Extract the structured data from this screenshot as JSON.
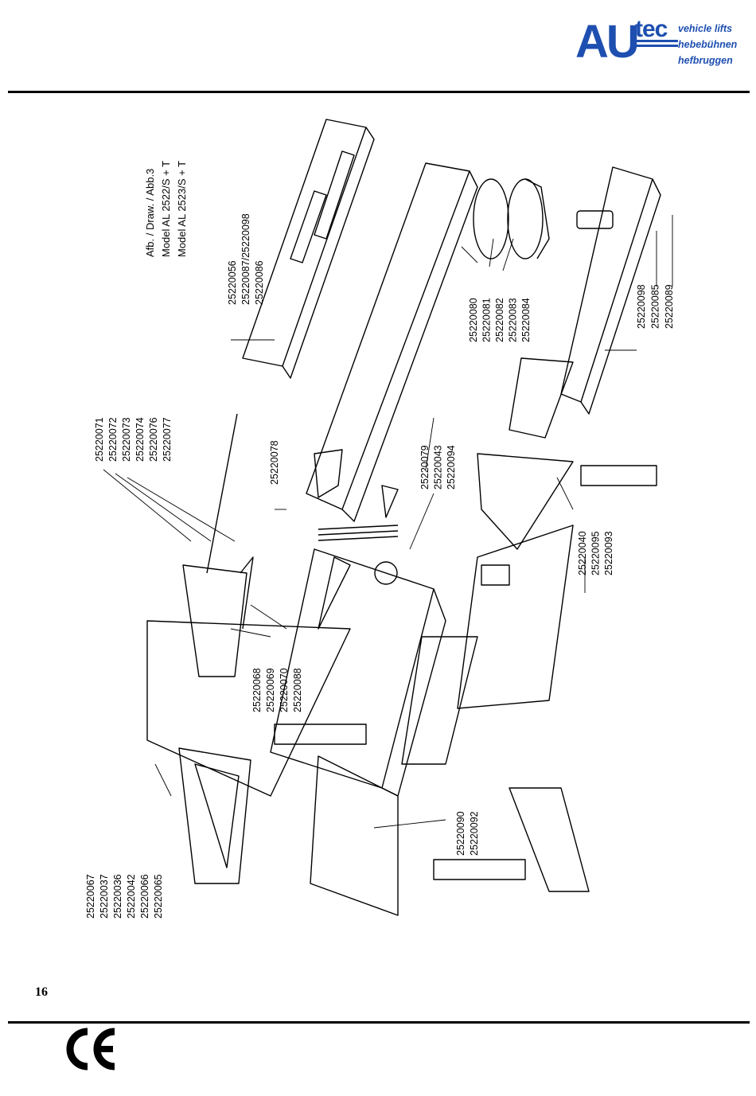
{
  "brand": {
    "logo_letters_main": "AU",
    "logo_letters_sup": "tec",
    "tagline_lines": [
      "vehicle lifts",
      "hebebühnen",
      "hefbruggen"
    ],
    "color": "#1e4fb0"
  },
  "diagram": {
    "title_lines": [
      "Afb. / Draw. / Abb.3",
      "Model AL 2522/S + T",
      "Model AL 2523/S + T"
    ],
    "groups": {
      "g_top_beam": [
        "25220056",
        "25220087/25220098",
        "25220086"
      ],
      "g_top_disc": [
        "25220080",
        "25220081",
        "25220082",
        "25220083",
        "25220084"
      ],
      "g_right_arm": [
        "25220098",
        "25220085",
        "25220089"
      ],
      "g_left_mid": [
        "25220071",
        "25220072",
        "25220073",
        "25220074",
        "25220076",
        "25220077"
      ],
      "g_078": [
        "25220078"
      ],
      "g_079": [
        "25220079",
        "25220043",
        "25220094"
      ],
      "g_040": [
        "25220040",
        "25220095",
        "25220093"
      ],
      "g_068": [
        "25220068",
        "25220069",
        "25220070",
        "25220088"
      ],
      "g_090": [
        "25220090",
        "25220092"
      ],
      "g_bottom_left": [
        "25220067",
        "25220037",
        "25220036",
        "25220042",
        "25220066",
        "25220065"
      ]
    }
  },
  "footer": {
    "page_number": "16",
    "ce_mark": "CE"
  }
}
